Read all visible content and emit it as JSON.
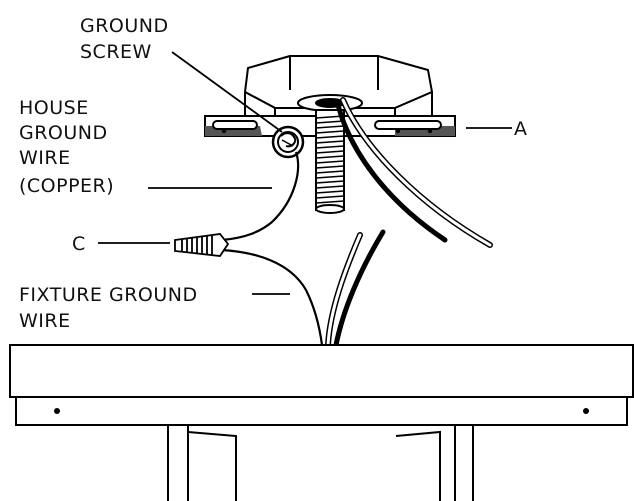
{
  "labels": {
    "ground_screw_line1": "GROUND",
    "ground_screw_line2": "SCREW",
    "house_ground_line1": "HOUSE",
    "house_ground_line2": "GROUND",
    "house_ground_line3": "WIRE",
    "house_ground_line4": "(COPPER)",
    "callout_a": "A",
    "callout_c": "C",
    "fixture_ground_line1": "FIXTURE GROUND",
    "fixture_ground_line2": "WIRE"
  }
}
